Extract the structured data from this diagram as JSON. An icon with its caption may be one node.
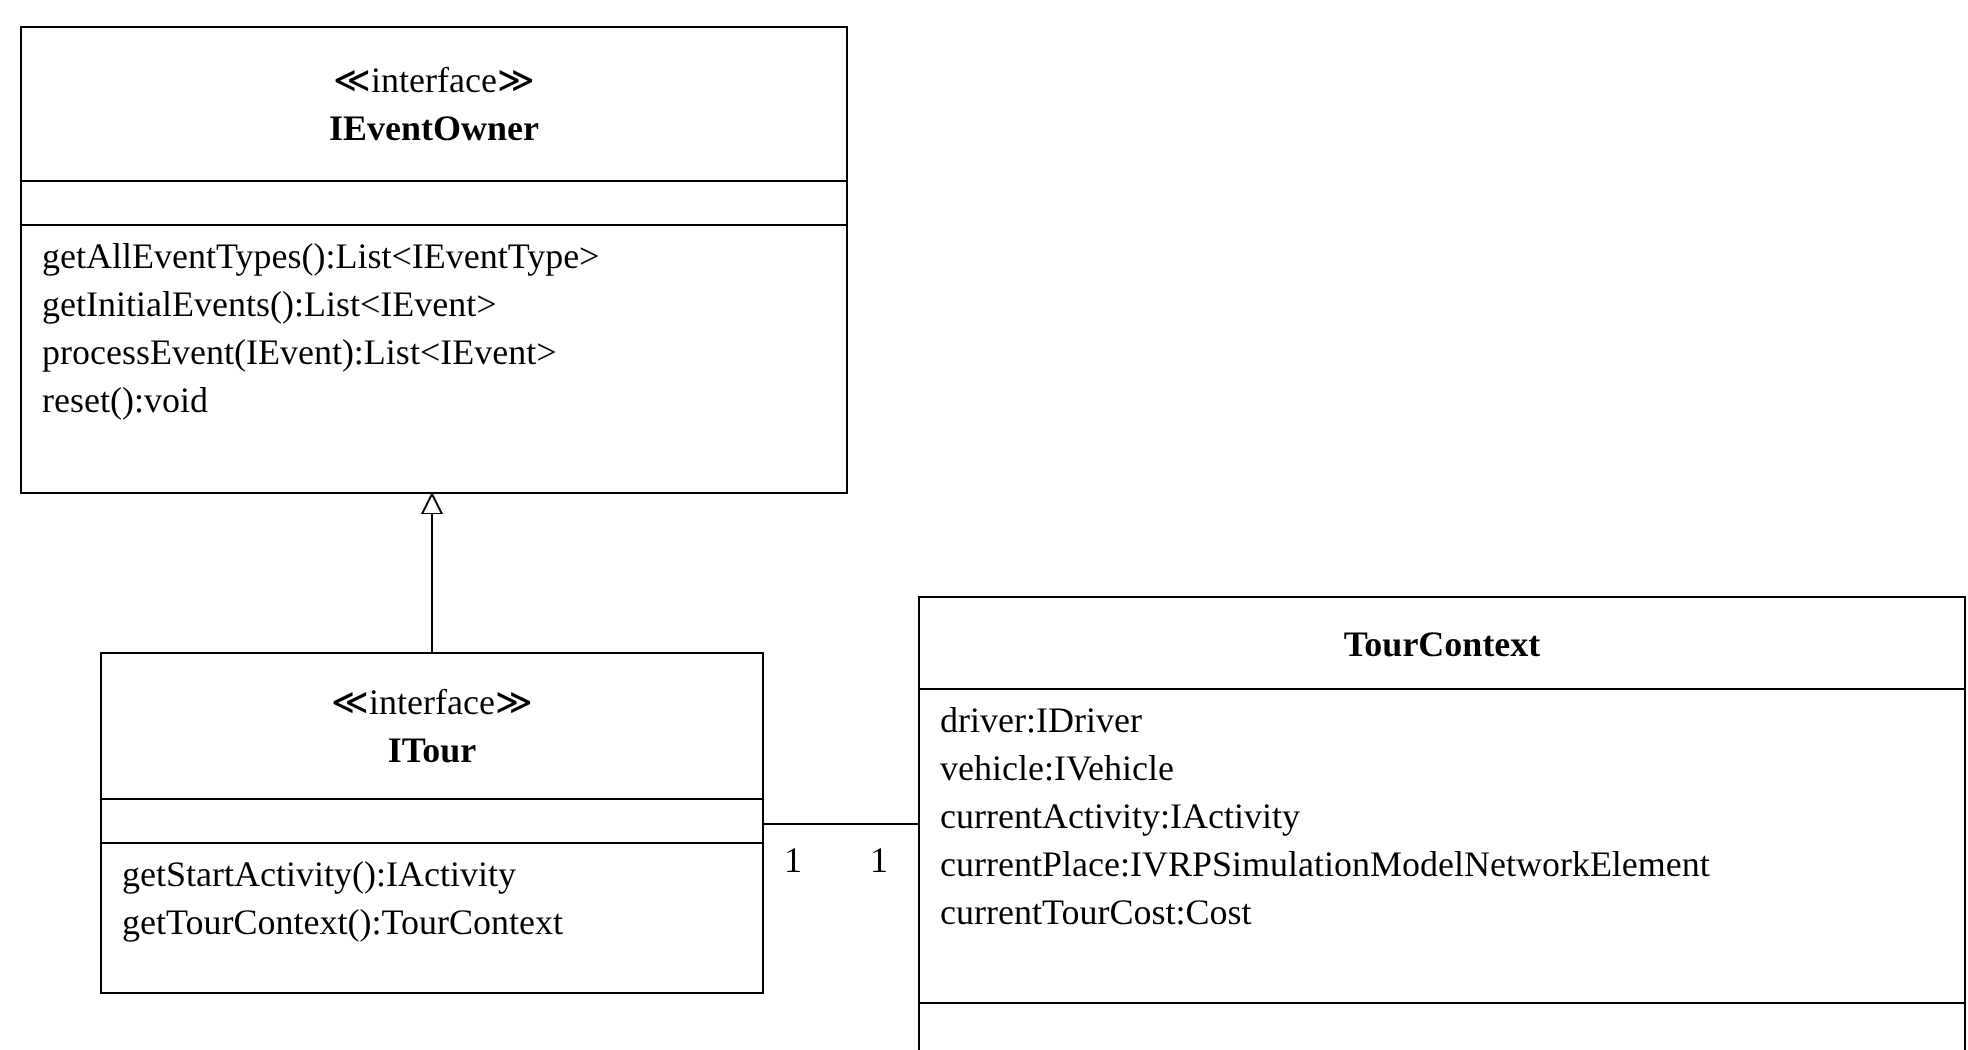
{
  "diagram": {
    "nodes": [
      {
        "text": [
          "≪interface≫",
          "IEventOwner",
          "getAllEventTypes():List<IEventType>",
          "getInitialEvents():List<IEvent>",
          "processEvent(IEvent):List<IEvent>",
          "reset():void"
        ]
      },
      {
        "text": [
          "≪interface≫",
          "ITour",
          "getStartActivity():IActivity",
          "getTourContext():TourContext"
        ]
      },
      {
        "text": [
          "TourContext",
          "driver:IDriver",
          "vehicle:IVehicle",
          "currentActivity:IActivity",
          "currentPlace:IVRPSimulationModelNetworkElement",
          "currentTourCost:Cost"
        ]
      }
    ],
    "edges": [
      {
        "from": 1,
        "to": 0,
        "arrow": "to"
      },
      {
        "from": 1,
        "to": 2,
        "arrow": "none"
      }
    ],
    "labels": [
      "1",
      "1"
    ]
  }
}
